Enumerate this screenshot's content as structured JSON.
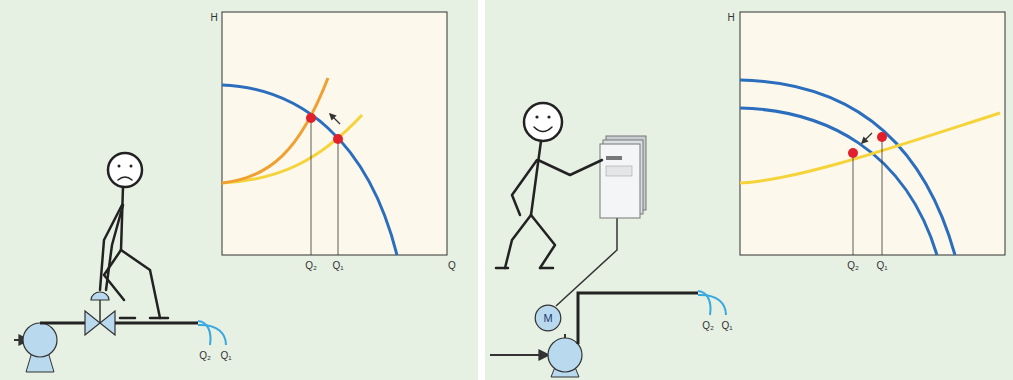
{
  "diagram": {
    "nodes": [
      {
        "text": [
          "M"
        ]
      }
    ],
    "labels": [
      "H",
      "Q₂",
      "Q₁",
      "Q",
      "Q₂",
      "Q₁",
      "H",
      "Q₂",
      "Q₁",
      "Q₂",
      "Q₁"
    ]
  }
}
